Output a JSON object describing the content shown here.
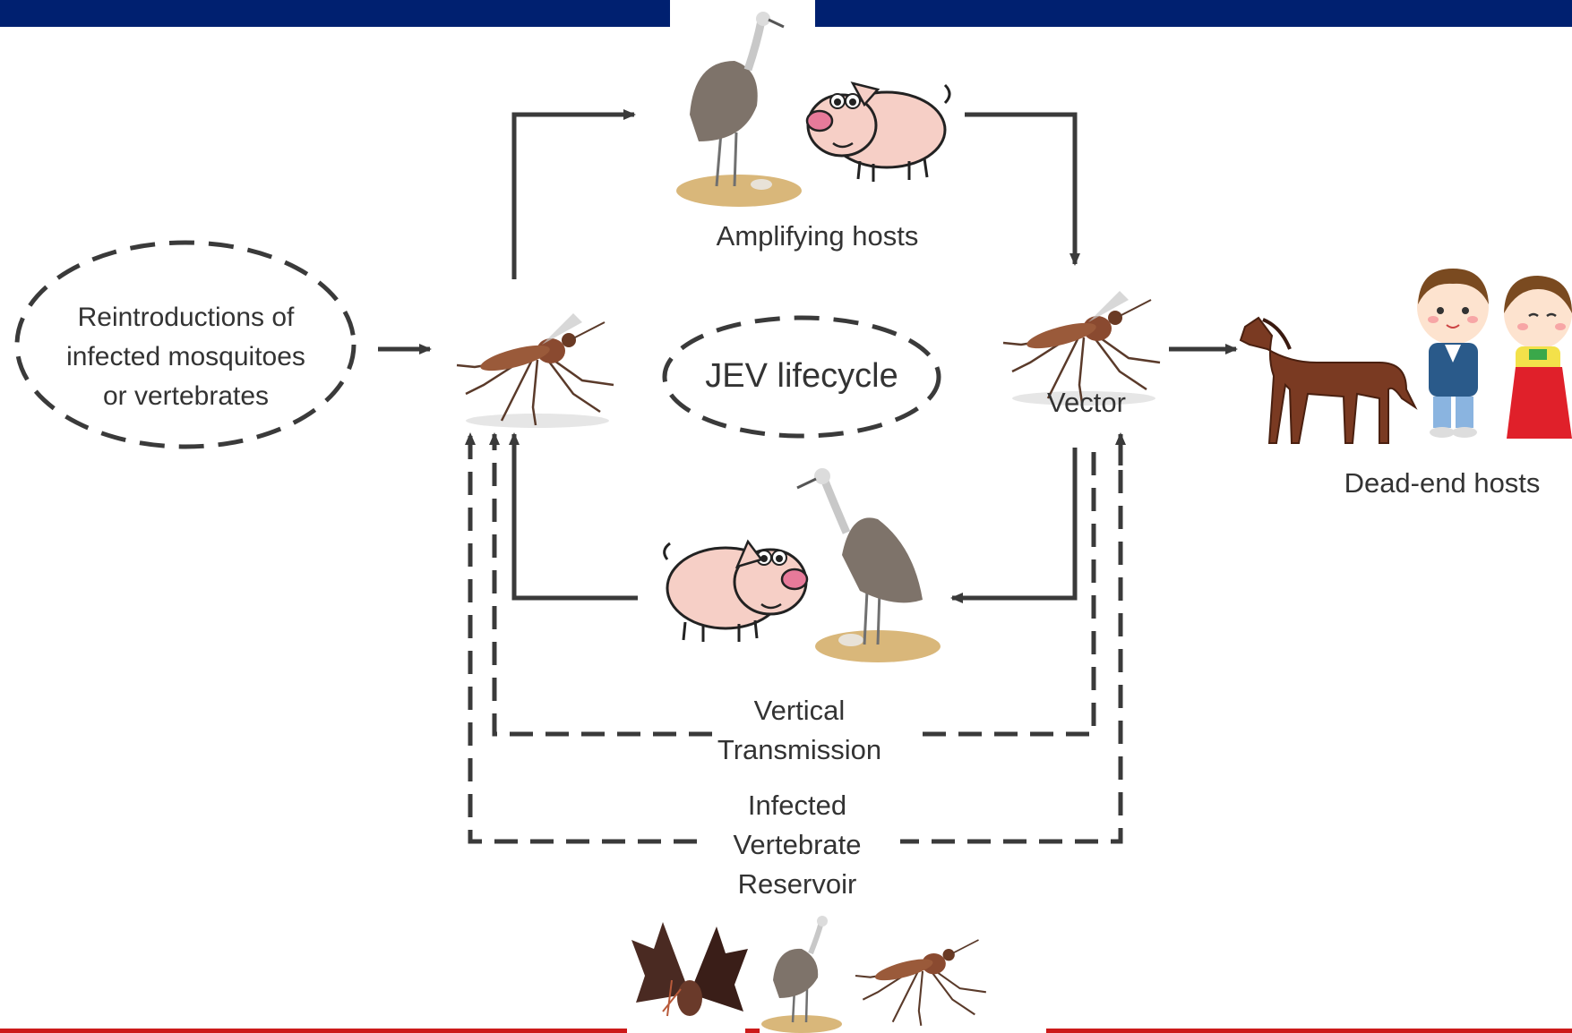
{
  "labels": {
    "reintroductions_line1": "Reintroductions of",
    "reintroductions_line2": "infected mosquitoes",
    "reintroductions_line3": "or vertebrates",
    "amplifying_hosts": "Amplifying hosts",
    "jev_lifecycle": "JEV lifecycle",
    "vector": "Vector",
    "dead_end_hosts": "Dead-end hosts",
    "vertical_line1": "Vertical",
    "vertical_line2": "Transmission",
    "reservoir_line1": "Infected",
    "reservoir_line2": "Vertebrate",
    "reservoir_line3": "Reservoir"
  },
  "icons": [
    "mosquito-icon",
    "crane-icon",
    "pig-icon",
    "horse-icon",
    "boy-icon",
    "girl-icon",
    "bat-icon"
  ],
  "colors": {
    "header_bar": "#002070",
    "footer_line": "#cc1a1a",
    "arrow": "#3a3a3a",
    "text": "#333333"
  }
}
